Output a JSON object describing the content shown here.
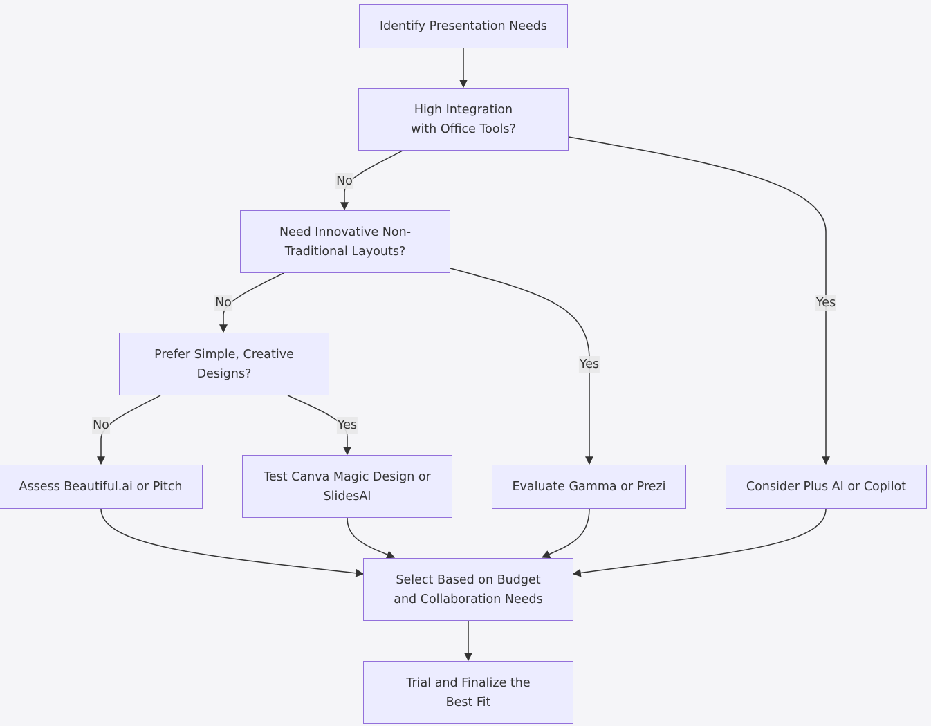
{
  "nodes": {
    "identify": "Identify Presentation Needs",
    "integration_q": "High Integration with Office Tools?",
    "innovative_q": "Need Innovative Non-Traditional Layouts?",
    "simple_q": "Prefer Simple, Creative Designs?",
    "assess": "Assess Beautiful.ai or Pitch",
    "test_canva": "Test Canva Magic Design or SlidesAI",
    "evaluate": "Evaluate Gamma or Prezi",
    "consider": "Consider Plus AI or Copilot",
    "select": "Select Based on Budget and Collaboration Needs",
    "trial": "Trial and Finalize the Best Fit"
  },
  "edge_labels": {
    "integration_no": "No",
    "integration_yes": "Yes",
    "innovative_no": "No",
    "innovative_yes": "Yes",
    "simple_no": "No",
    "simple_yes": "Yes"
  },
  "colors": {
    "node_fill": "#ececff",
    "node_border": "#9370db",
    "edge": "#333333",
    "label_bg": "#e8e8e8",
    "background": "#f5f5f8"
  }
}
